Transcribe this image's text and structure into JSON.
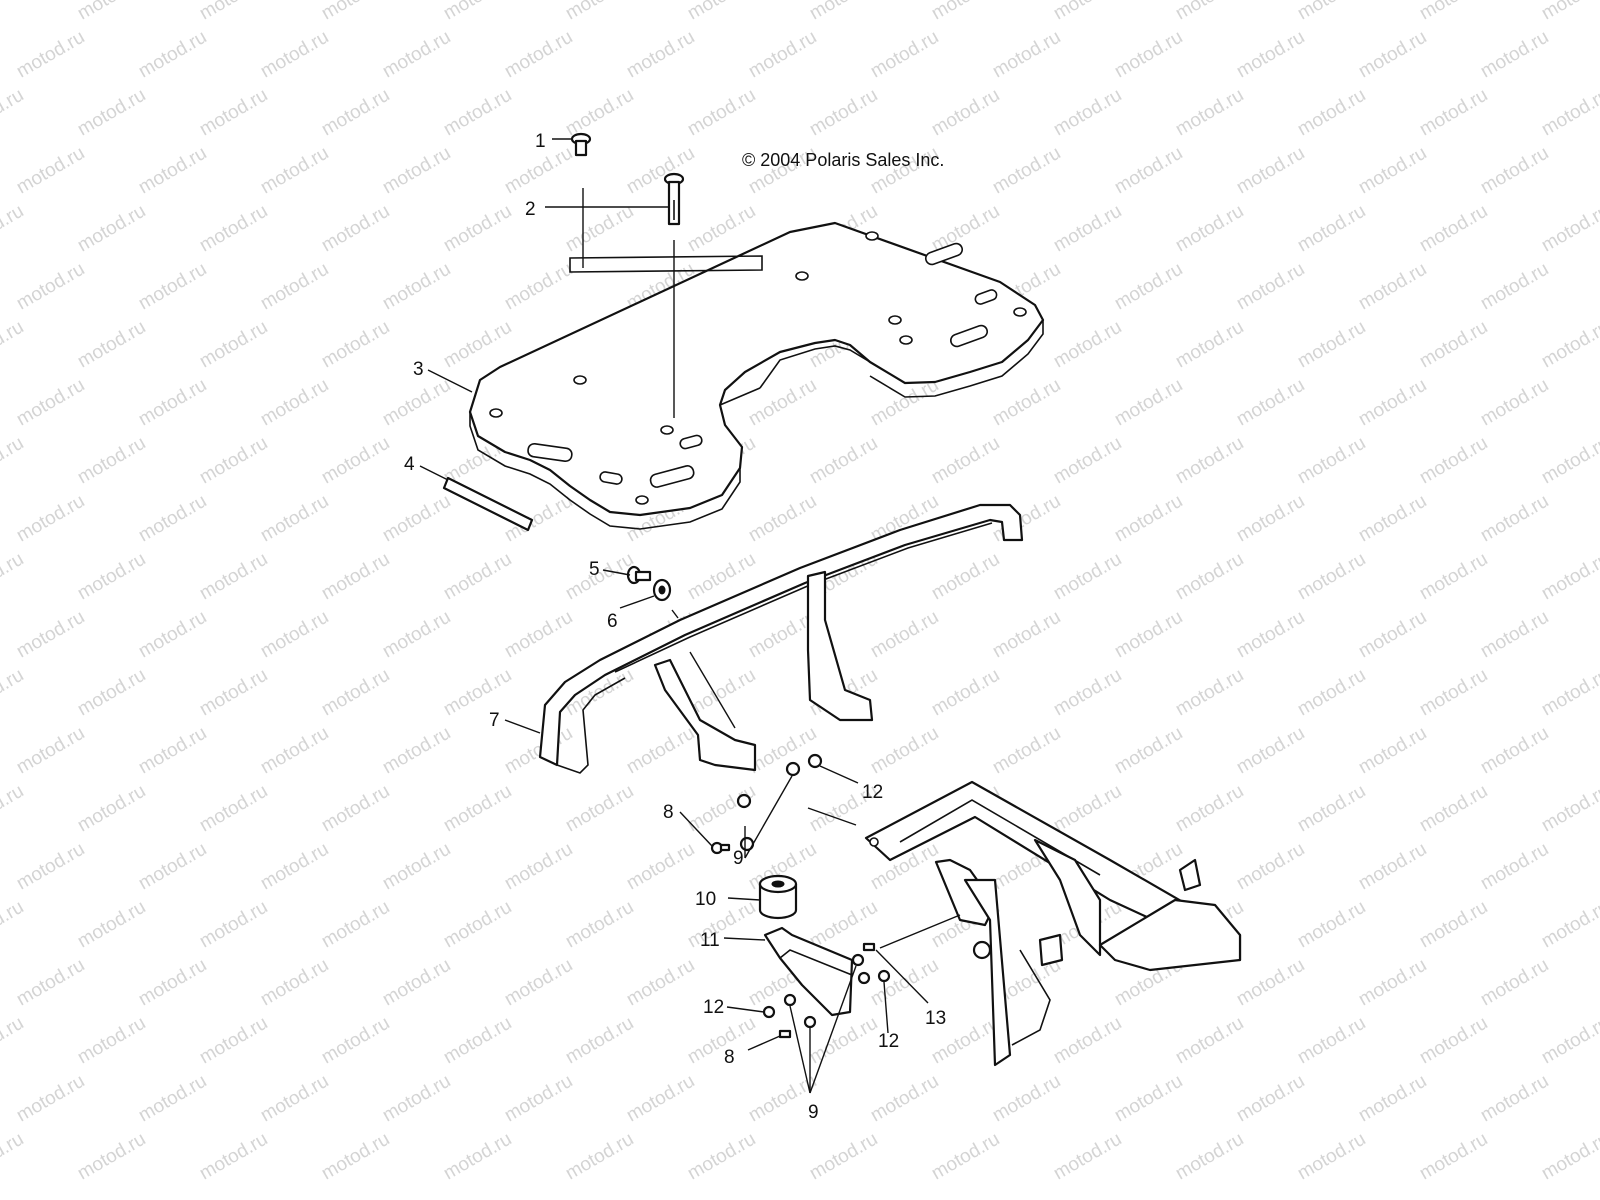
{
  "copyright": "© 2004 Polaris Sales Inc.",
  "watermark": "motod.ru",
  "colors": {
    "ink": "#111111",
    "watermark": "#d4d4d4",
    "background": "#ffffff"
  },
  "callouts": [
    {
      "id": "1",
      "label": "1"
    },
    {
      "id": "2",
      "label": "2"
    },
    {
      "id": "3",
      "label": "3"
    },
    {
      "id": "4",
      "label": "4"
    },
    {
      "id": "5",
      "label": "5"
    },
    {
      "id": "6",
      "label": "6"
    },
    {
      "id": "7",
      "label": "7"
    },
    {
      "id": "8a",
      "label": "8"
    },
    {
      "id": "9a",
      "label": "9"
    },
    {
      "id": "10",
      "label": "10"
    },
    {
      "id": "11",
      "label": "11"
    },
    {
      "id": "12a",
      "label": "12"
    },
    {
      "id": "12b",
      "label": "12"
    },
    {
      "id": "12c",
      "label": "12"
    },
    {
      "id": "13",
      "label": "13"
    },
    {
      "id": "8b",
      "label": "8"
    },
    {
      "id": "9b",
      "label": "9"
    }
  ]
}
